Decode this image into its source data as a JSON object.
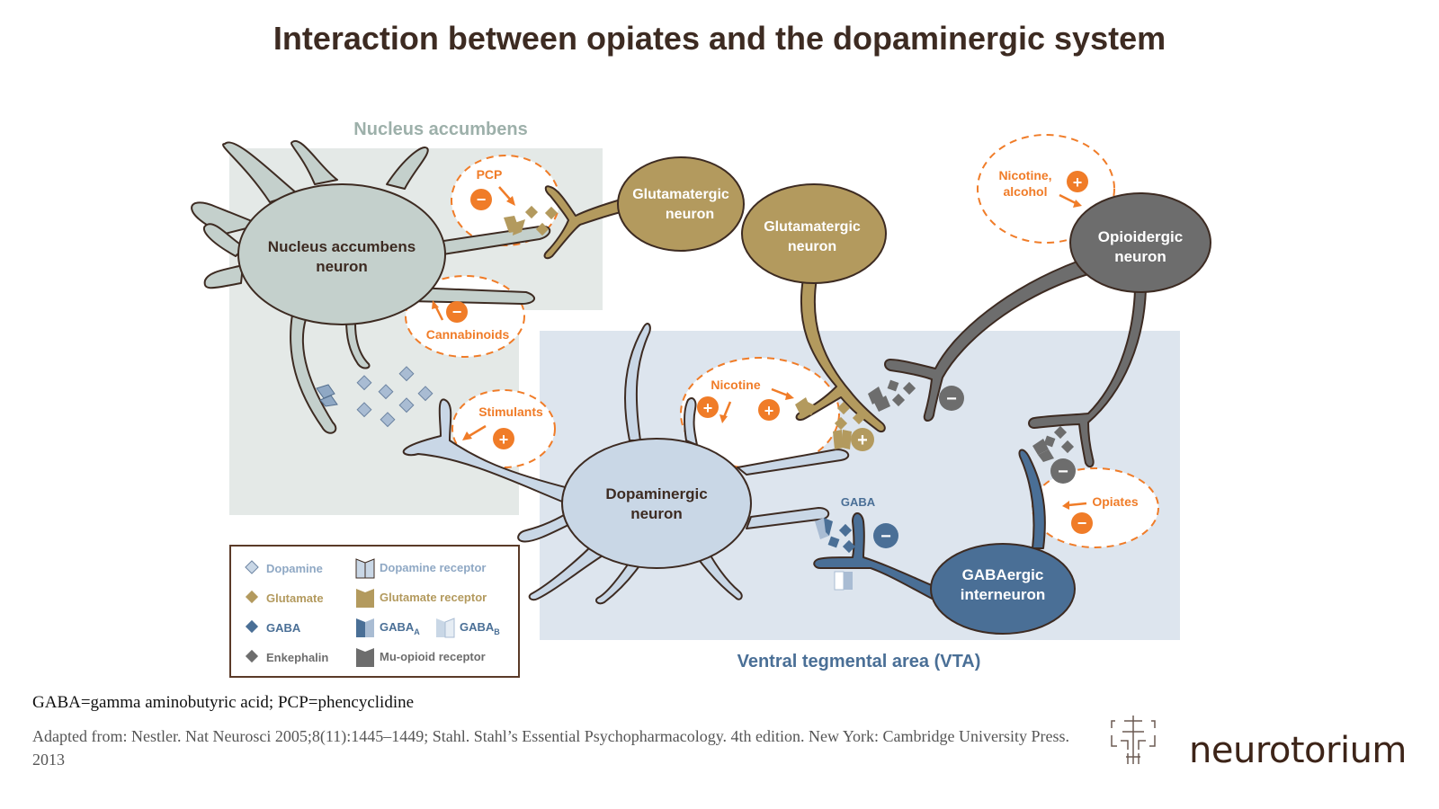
{
  "title": "Interaction between opiates and the dopaminergic system",
  "regions": {
    "nucleus_accumbens": "Nucleus accumbens",
    "vta": "Ventral tegmental area (VTA)"
  },
  "neurons": {
    "nac": [
      "Nucleus accumbens",
      "neuron"
    ],
    "glut1": [
      "Glutamatergic",
      "neuron"
    ],
    "glut2": [
      "Glutamatergic",
      "neuron"
    ],
    "opioid": [
      "Opioidergic",
      "neuron"
    ],
    "dopa": [
      "Dopaminergic",
      "neuron"
    ],
    "gaba": [
      "GABAergic",
      "interneuron"
    ]
  },
  "drugs": {
    "pcp": {
      "label": "PCP",
      "effect": "−"
    },
    "cannabinoids": {
      "label": "Cannabinoids",
      "effect": "−"
    },
    "stimulants": {
      "label": "Stimulants",
      "effect": "+"
    },
    "nicotine": {
      "label": "Nicotine",
      "effect": "+"
    },
    "nicotine_alcohol": {
      "label_line1": "Nicotine,",
      "label_line2": "alcohol",
      "effect": "+"
    },
    "opiates": {
      "label": "Opiates",
      "effect": "−"
    }
  },
  "synapse_labels": {
    "gaba": "GABA"
  },
  "signs": {
    "plus": "+",
    "minus": "−"
  },
  "legend": {
    "items": [
      {
        "label": "Dopamine",
        "color": "#8fa8c4"
      },
      {
        "label": "Glutamate",
        "color": "#b49a5e"
      },
      {
        "label": "GABA",
        "color": "#4a6f96"
      },
      {
        "label": "Enkephalin",
        "color": "#6e6e6e"
      }
    ],
    "receptors": [
      {
        "label": "Dopamine receptor",
        "color": "#8fa8c4"
      },
      {
        "label": "Glutamate receptor",
        "color": "#b49a5e"
      },
      {
        "label": "GABA",
        "sub": "A",
        "color": "#4a6f96"
      },
      {
        "label": "GABA",
        "sub": "B",
        "color": "#4a6f96"
      },
      {
        "label": "Mu-opioid receptor",
        "color": "#6e6e6e"
      }
    ]
  },
  "colors": {
    "orange": "#f07c28",
    "nac_fill": "#c4d0cc",
    "nac_region": "#e4e9e7",
    "vta_region": "#dde5ee",
    "dopa_fill": "#c9d7e6",
    "glut_fill": "#b39a5e",
    "opioid_fill": "#6d6d6d",
    "gaba_fill": "#4a6f96",
    "outline": "#3d2b22"
  },
  "footnote": "GABA=gamma aminobutyric acid; PCP=phencyclidine",
  "source": "Adapted from: Nestler. Nat Neurosci 2005;8(11):1445–1449; Stahl. Stahl’s Essential Psychopharmacology. 4th edition. New York: Cambridge University Press. 2013",
  "brand": "neurotorium"
}
